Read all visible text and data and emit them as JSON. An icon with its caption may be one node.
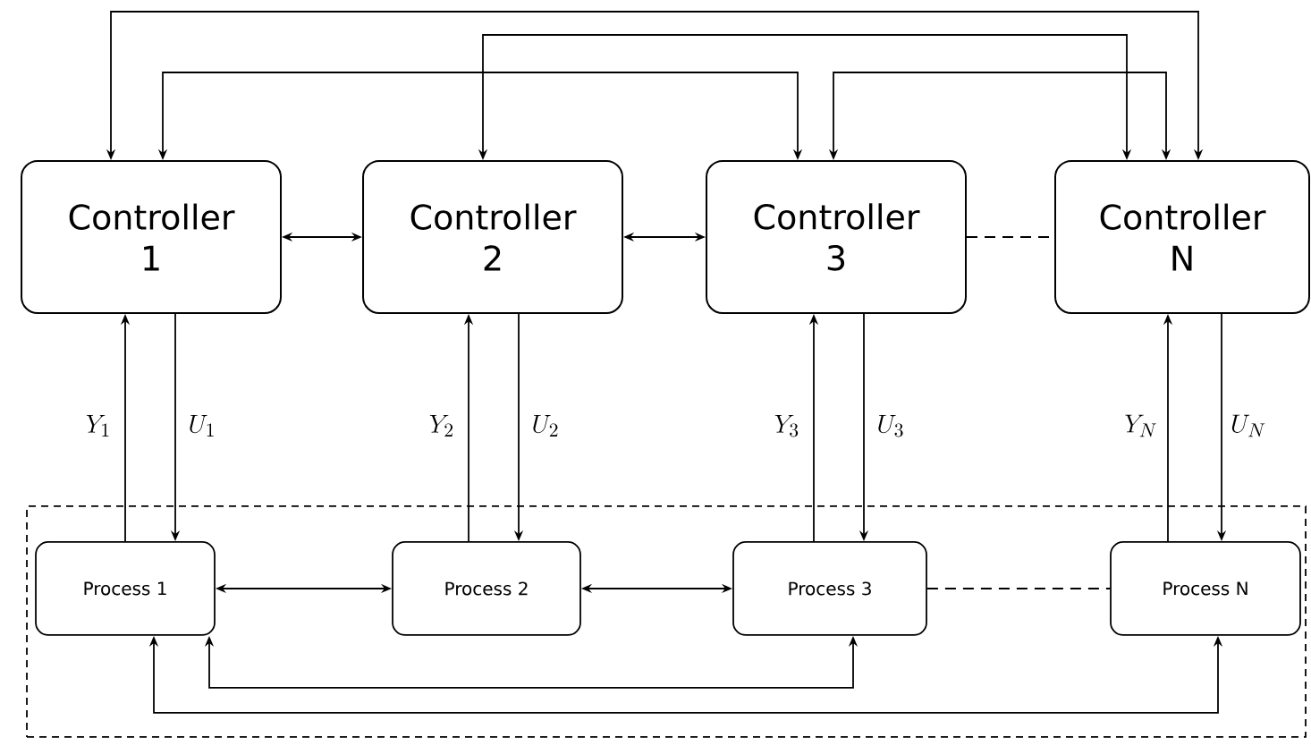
{
  "diagram": {
    "nodes": [
      {
        "text": [
          "Controller 1"
        ]
      },
      {
        "text": [
          "Controller 2"
        ]
      },
      {
        "text": [
          "Controller 3"
        ]
      },
      {
        "text": [
          "Controller N"
        ]
      },
      {
        "text": [],
        "shape": "box"
      },
      {
        "text": [
          "Process 1"
        ],
        "in": 4
      },
      {
        "text": [
          "Process 2"
        ],
        "in": 4
      },
      {
        "text": [
          "Process 3"
        ],
        "in": 4
      },
      {
        "text": [
          "Process N"
        ],
        "in": 4
      }
    ],
    "edges": [
      {
        "from": 0,
        "to": 1,
        "arrow": "both"
      },
      {
        "from": 1,
        "to": 2,
        "arrow": "both"
      },
      {
        "from": 2,
        "to": 3,
        "arrow": "none",
        "style": "dashed"
      },
      {
        "from": 5,
        "to": 6,
        "arrow": "both"
      },
      {
        "from": 6,
        "to": 7,
        "arrow": "both"
      },
      {
        "from": 7,
        "to": 8,
        "arrow": "none",
        "style": "dashed"
      },
      {
        "from": 5,
        "to": 0,
        "arrow": "to",
        "label": "Y_1"
      },
      {
        "from": 0,
        "to": 5,
        "arrow": "to",
        "label": "U_1"
      },
      {
        "from": 6,
        "to": 1,
        "arrow": "to",
        "label": "Y_2"
      },
      {
        "from": 1,
        "to": 6,
        "arrow": "to",
        "label": "U_2"
      },
      {
        "from": 7,
        "to": 2,
        "arrow": "to",
        "label": "Y_3"
      },
      {
        "from": 2,
        "to": 7,
        "arrow": "to",
        "label": "U_3"
      },
      {
        "from": 8,
        "to": 3,
        "arrow": "to",
        "label": "Y_N"
      },
      {
        "from": 3,
        "to": 8,
        "arrow": "to",
        "label": "U_N"
      },
      {
        "from": 0,
        "to": 3,
        "arrow": "both"
      },
      {
        "from": 1,
        "to": 3,
        "arrow": "both"
      },
      {
        "from": 0,
        "to": 2,
        "arrow": "both"
      },
      {
        "from": 2,
        "to": 3,
        "arrow": "both"
      },
      {
        "from": 5,
        "to": 7,
        "arrow": "both"
      },
      {
        "from": 5,
        "to": 8,
        "arrow": "both"
      }
    ]
  }
}
